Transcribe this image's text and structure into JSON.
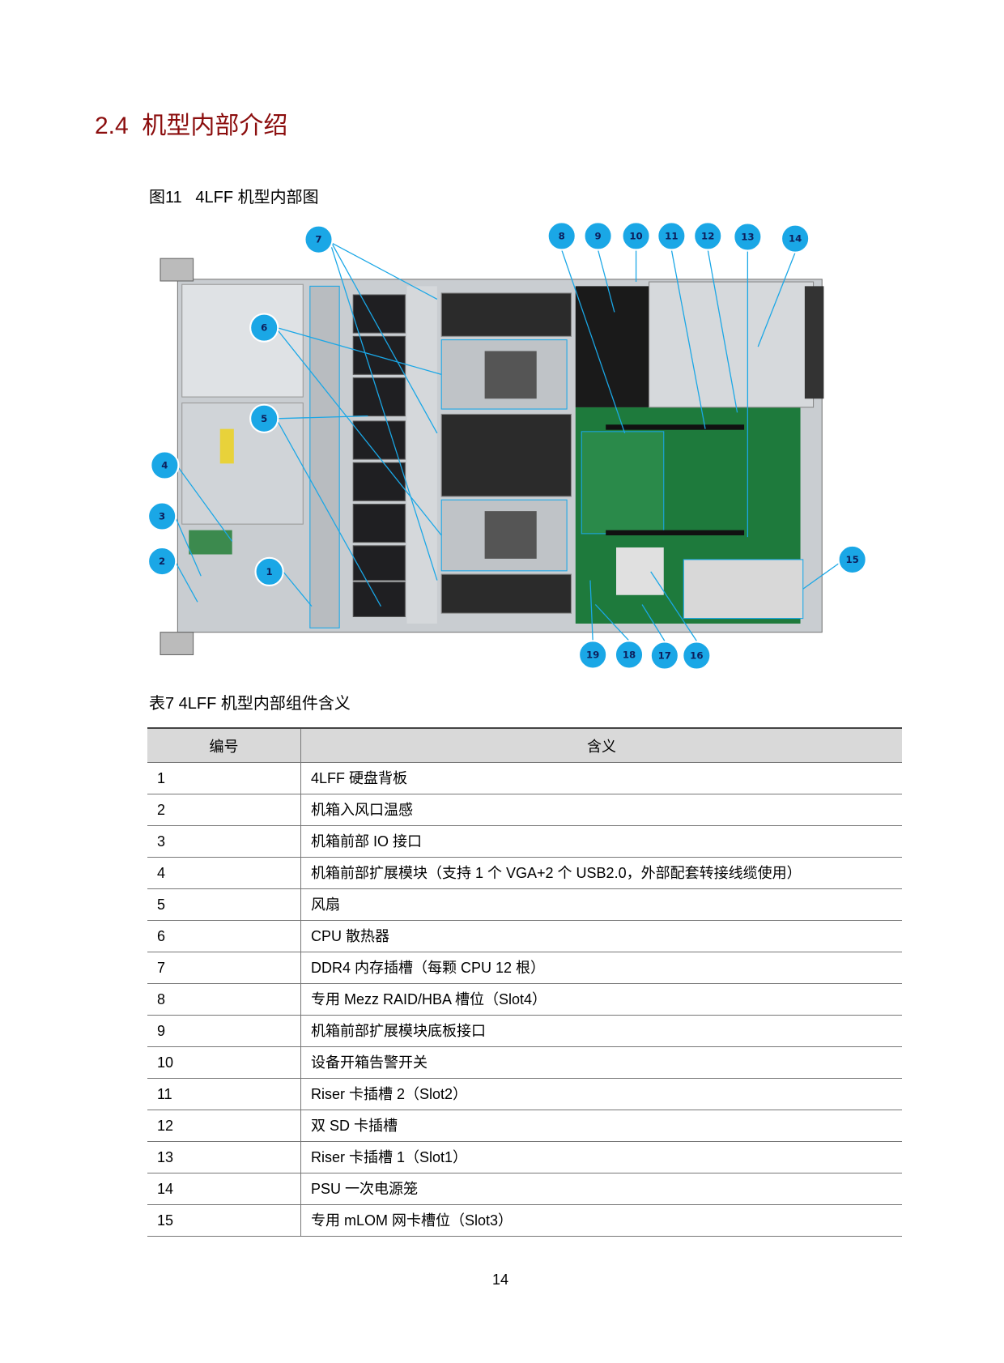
{
  "section_heading": "2.4  机型内部介绍",
  "figure": {
    "caption": "图11   4LFF 机型内部图",
    "callouts": [
      "1",
      "2",
      "3",
      "4",
      "5",
      "6",
      "7",
      "8",
      "9",
      "10",
      "11",
      "12",
      "13",
      "14",
      "15",
      "16",
      "17",
      "18",
      "19"
    ],
    "callout_color": "#1aa7e6"
  },
  "table": {
    "caption": "表7 4LFF 机型内部组件含义",
    "headers": [
      "编号",
      "含义"
    ],
    "rows": [
      [
        "1",
        "4LFF 硬盘背板"
      ],
      [
        "2",
        "机箱入风口温感"
      ],
      [
        "3",
        "机箱前部 IO 接口"
      ],
      [
        "4",
        "机箱前部扩展模块（支持 1 个 VGA+2 个 USB2.0，外部配套转接线缆使用）"
      ],
      [
        "5",
        "风扇"
      ],
      [
        "6",
        "CPU 散热器"
      ],
      [
        "7",
        "DDR4 内存插槽（每颗 CPU 12 根）"
      ],
      [
        "8",
        "专用 Mezz RAID/HBA 槽位（Slot4）"
      ],
      [
        "9",
        "机箱前部扩展模块底板接口"
      ],
      [
        "10",
        "设备开箱告警开关"
      ],
      [
        "11",
        "Riser 卡插槽 2（Slot2）"
      ],
      [
        "12",
        "双 SD 卡插槽"
      ],
      [
        "13",
        "Riser 卡插槽 1（Slot1）"
      ],
      [
        "14",
        "PSU 一次电源笼"
      ],
      [
        "15",
        "专用 mLOM 网卡槽位（Slot3）"
      ]
    ]
  },
  "page_number": "14"
}
